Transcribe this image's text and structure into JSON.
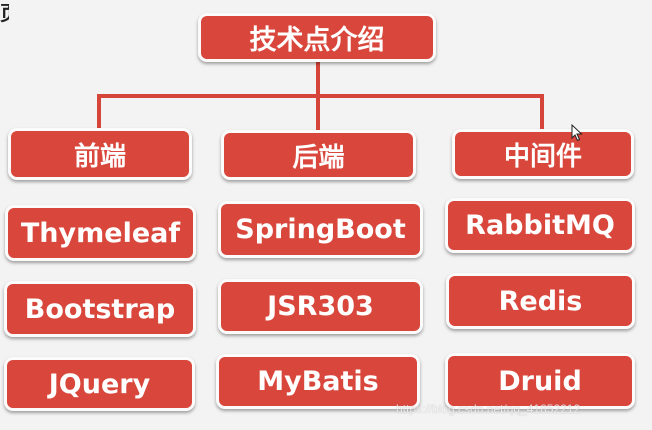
{
  "root": {
    "label": "技术点介绍"
  },
  "columns": [
    {
      "header": "前端",
      "items": [
        "Thymeleaf",
        "Bootstrap",
        "JQuery"
      ]
    },
    {
      "header": "后端",
      "items": [
        "SpringBoot",
        "JSR303",
        "MyBatis"
      ]
    },
    {
      "header": "中间件",
      "items": [
        "RabbitMQ",
        "Redis",
        "Druid"
      ]
    }
  ],
  "watermark": "https://blog.csdn.net/qq_41852212",
  "colors": {
    "box": "#d9473c",
    "box_border": "#fbfbfb",
    "connector": "#d6453a",
    "background": "#f3f3f3"
  }
}
